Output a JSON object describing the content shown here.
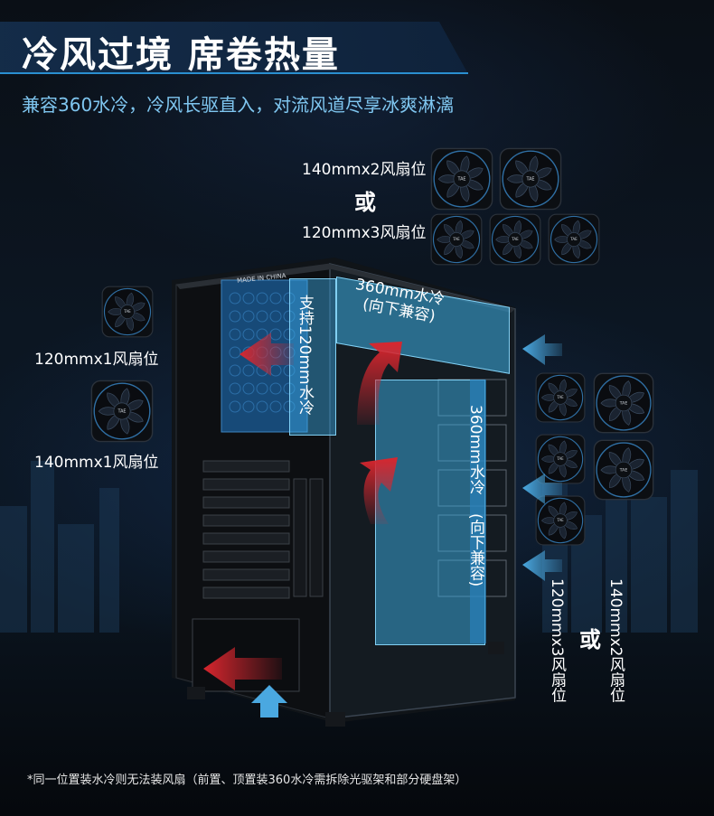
{
  "header": {
    "title": "冷风过境 席卷热量",
    "subtitle": "兼容360水冷，冷风长驱直入，对流风道尽享冰爽淋漓"
  },
  "top_fans": {
    "option_a": "140mmx2风扇位",
    "or": "或",
    "option_b": "120mmx3风扇位"
  },
  "rear_fans": {
    "option_a": "120mmx1风扇位",
    "option_b": "140mmx1风扇位"
  },
  "front_fans": {
    "option_a": "120mmx3风扇位",
    "or": "或",
    "option_b": "140mmx2风扇位"
  },
  "radiators": {
    "top_label": "360mm水冷",
    "top_sub": "(向下兼容)",
    "side_label": "支持120mm水冷",
    "front_label": "360mm水冷",
    "front_sub": "(向下兼容)"
  },
  "case_text": "MADE IN CHINA",
  "fan_brand": "TAE",
  "footnote": "*同一位置装水冷则无法装风扇（前置、顶置装360水冷需拆除光驱架和部分硬盘架）",
  "colors": {
    "accent_blue": "#4aa8e0",
    "arrow_red": "#d8262e",
    "subtitle_blue": "#7fc6f0"
  }
}
